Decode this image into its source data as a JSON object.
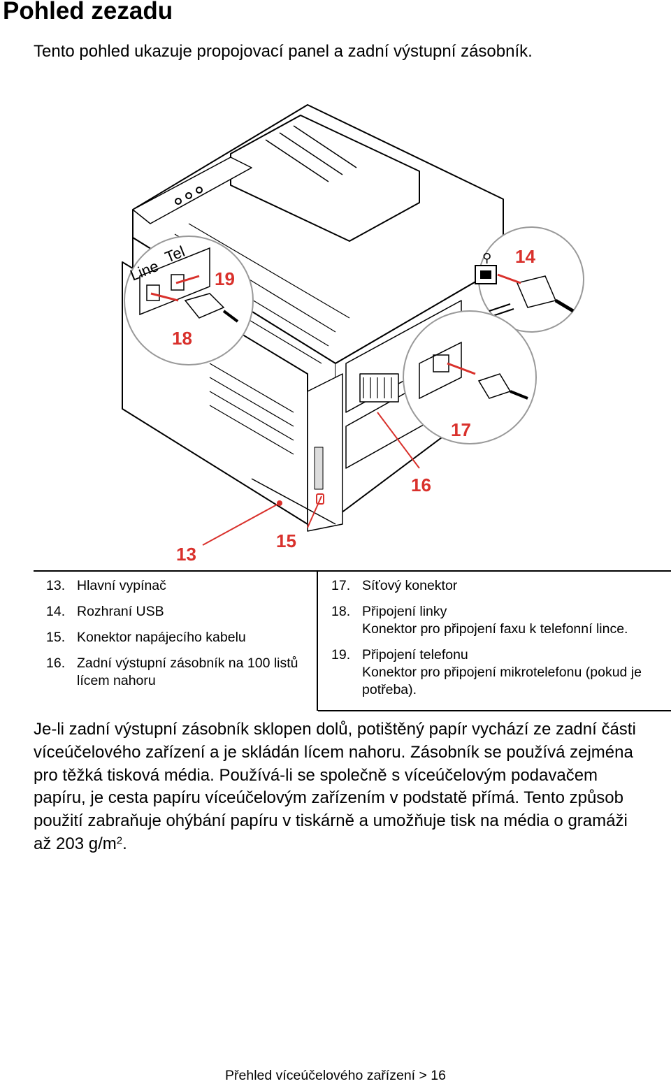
{
  "page": {
    "heading": "Pohled zezadu",
    "intro": "Tento pohled ukazuje propojovací panel a zadní výstupní zásobník."
  },
  "figure": {
    "callouts": {
      "c13": "13",
      "c14": "14",
      "c15": "15",
      "c16": "16",
      "c17": "17",
      "c18": "18",
      "c19": "19"
    },
    "port_labels": {
      "line": "Line",
      "tel": "Tel"
    },
    "accent_color": "#d9312c"
  },
  "legend": {
    "left": [
      {
        "num": "13.",
        "label": "Hlavní vypínač"
      },
      {
        "num": "14.",
        "label": "Rozhraní USB"
      },
      {
        "num": "15.",
        "label": "Konektor napájecího kabelu"
      },
      {
        "num": "16.",
        "label": "Zadní výstupní zásobník na 100 listů lícem nahoru"
      }
    ],
    "right": [
      {
        "num": "17.",
        "label": "Síťový konektor",
        "desc": ""
      },
      {
        "num": "18.",
        "label": "Připojení linky",
        "desc": "Konektor pro připojení faxu k telefonní lince."
      },
      {
        "num": "19.",
        "label": "Připojení telefonu",
        "desc": "Konektor pro připojení mikrotelefonu (pokud je potřeba)."
      }
    ]
  },
  "body": {
    "text": "Je-li zadní výstupní zásobník sklopen dolů, potištěný papír vychází ze zadní části víceúčelového zařízení a je skládán lícem nahoru. Zásobník se používá zejména pro těžká tisková média. Používá-li se společně s víceúčelovým podavačem papíru, je cesta papíru víceúčelovým zařízením v podstatě přímá. Tento způsob použití zabraňuje ohýbání papíru v tiskárně a umožňuje tisk na média o gramáži až 203 g/m",
    "superscript": "2",
    "end": "."
  },
  "footer": {
    "text": "Přehled víceúčelového zařízení > 16"
  }
}
